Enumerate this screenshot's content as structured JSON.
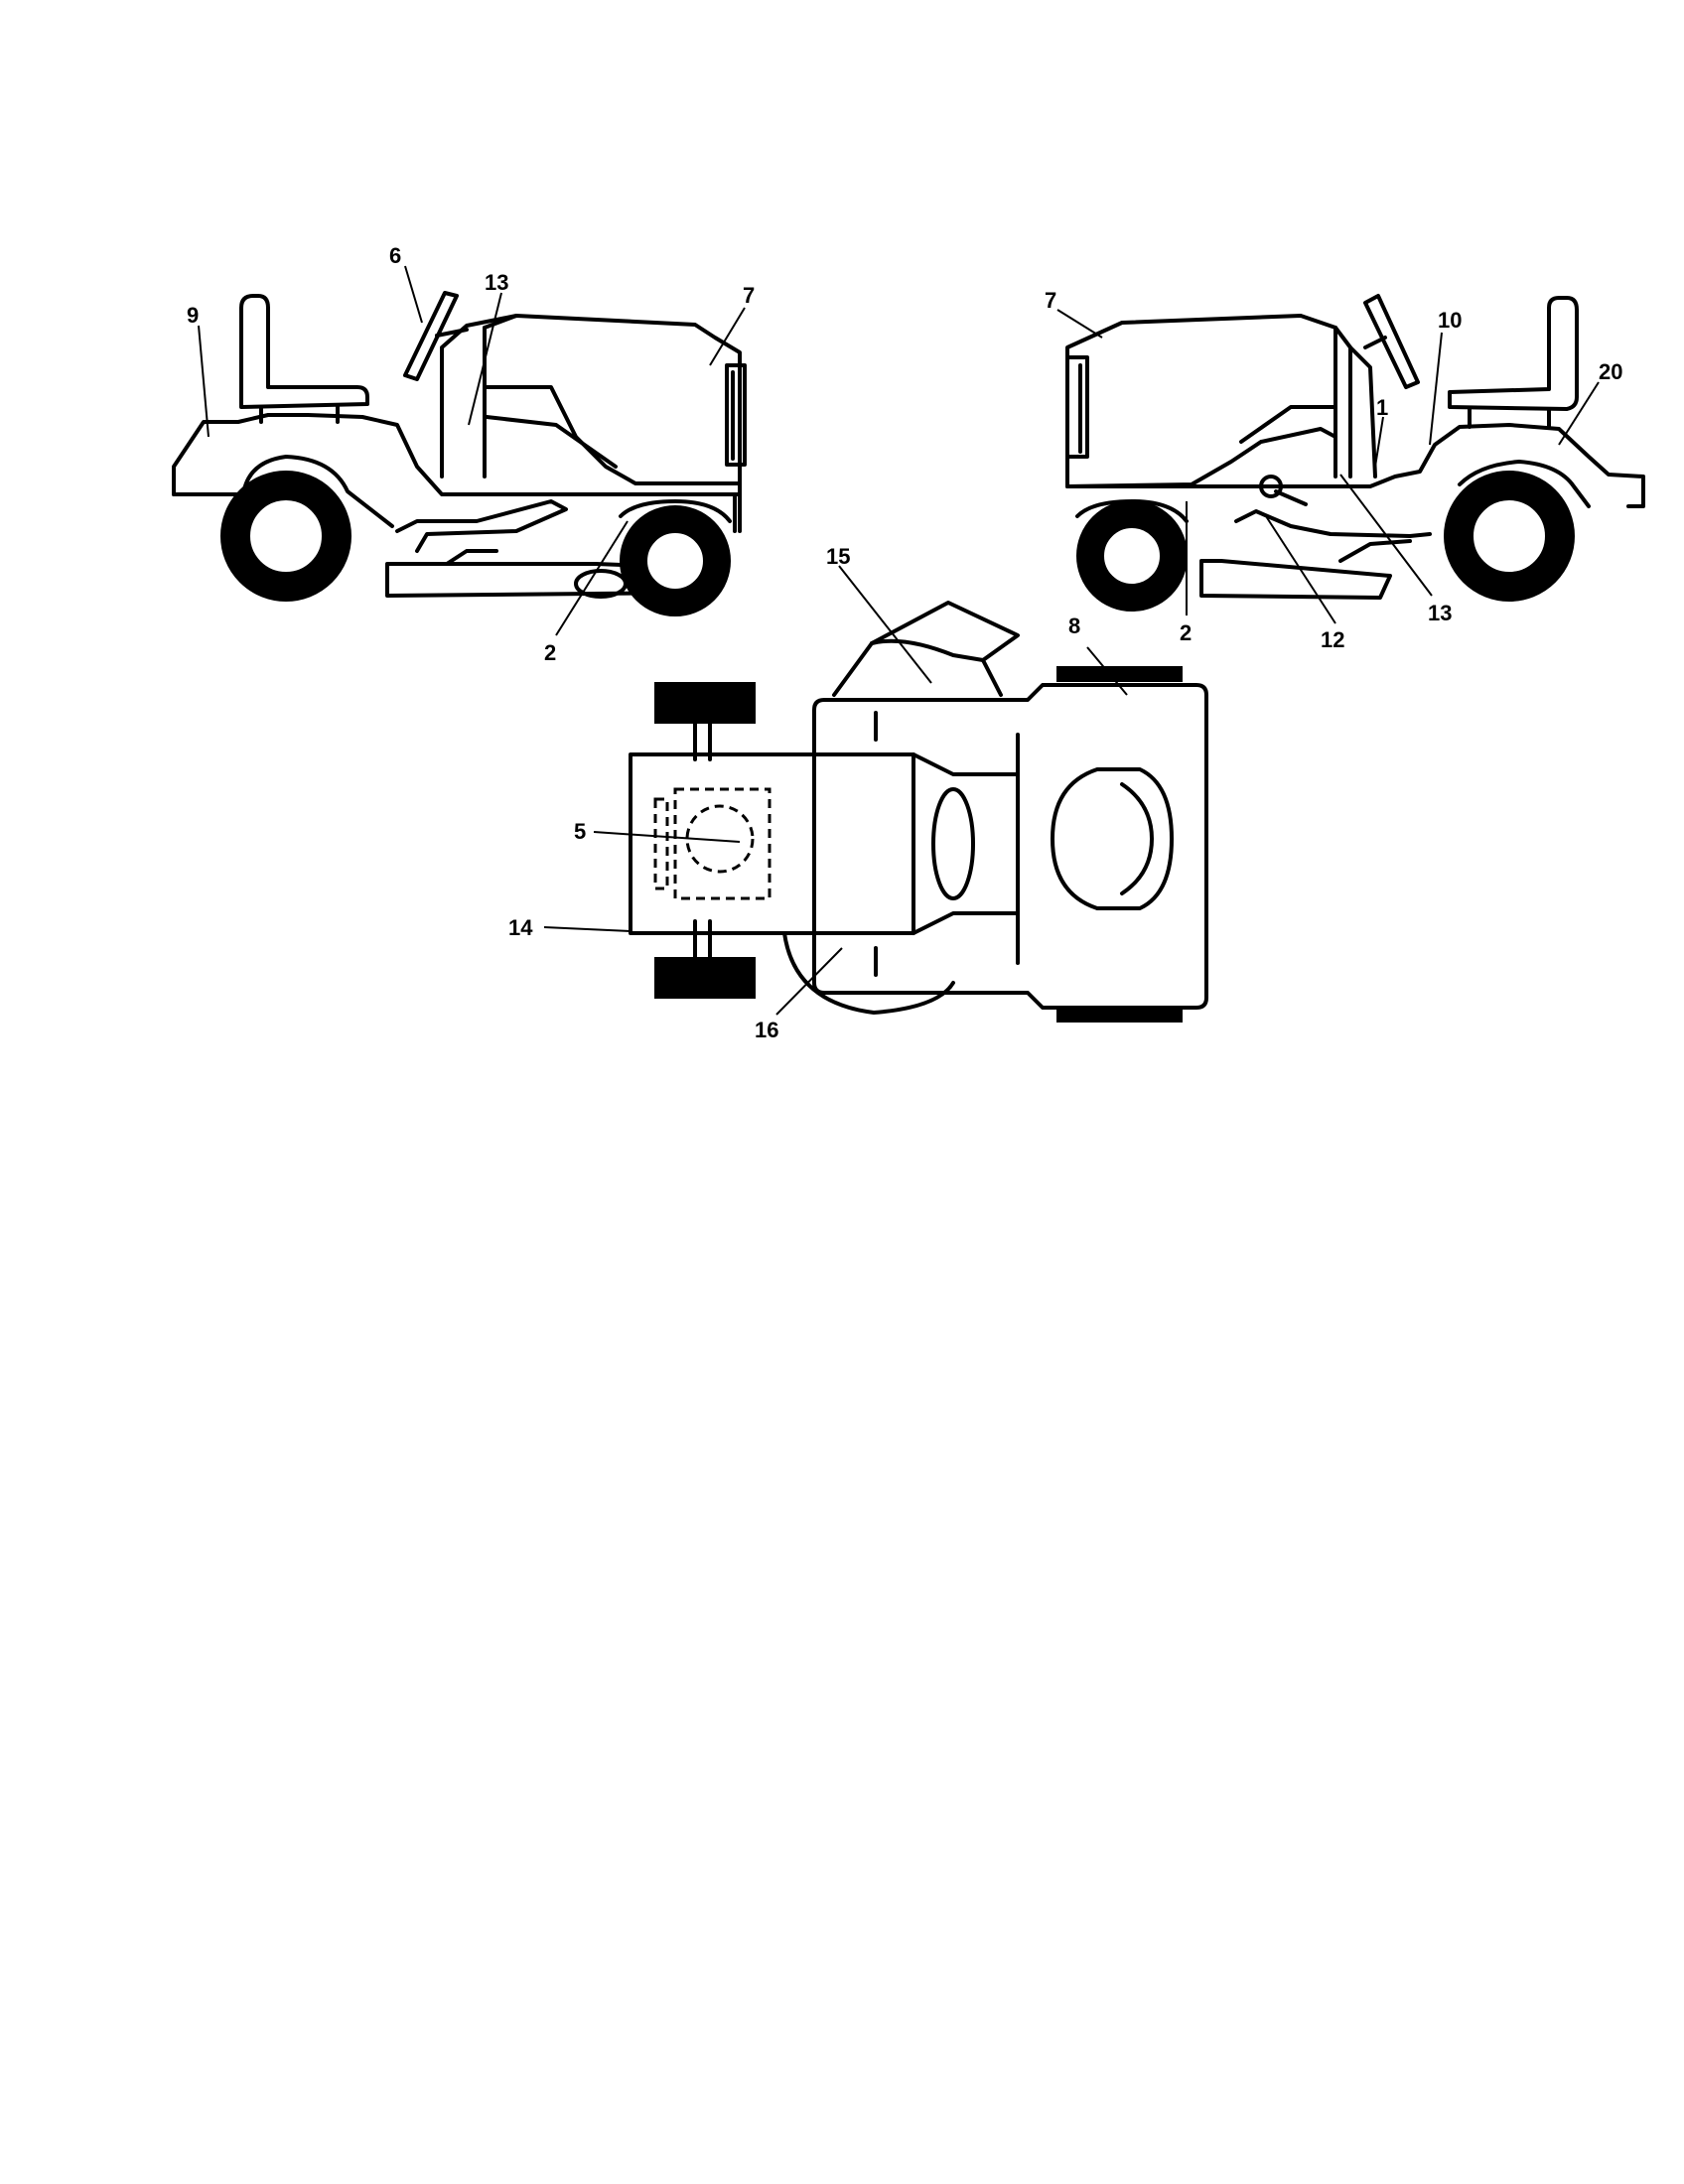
{
  "callouts": {
    "left": {
      "c9": "9",
      "c6": "6",
      "c13": "13",
      "c7": "7",
      "c2": "2"
    },
    "right": {
      "c7": "7",
      "c10": "10",
      "c20": "20",
      "c1": "1",
      "c2": "2",
      "c12": "12",
      "c13": "13"
    },
    "top": {
      "c15": "15",
      "c8": "8",
      "c5": "5",
      "c14": "14",
      "c16": "16"
    }
  }
}
